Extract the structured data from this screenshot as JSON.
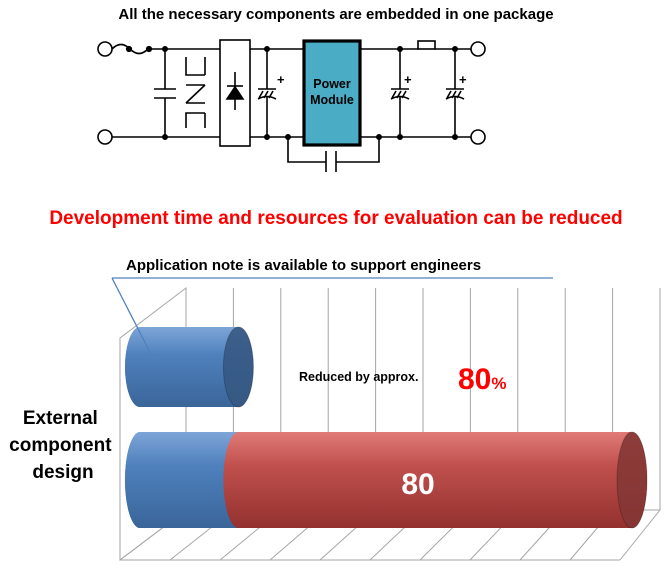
{
  "header": {
    "title": "All the necessary components are embedded in one package"
  },
  "circuit": {
    "module_label_line1": "Power",
    "module_label_line2": "Module",
    "module_color": "#4bacc6",
    "capacitor_polarity": "+"
  },
  "headline": {
    "text": "Development time and resources for evaluation can be reduced",
    "color": "#ff0000"
  },
  "callout": {
    "text": "Application note is available to support engineers"
  },
  "annotation": {
    "prefix": "Reduced by approx.",
    "value": "80",
    "unit": "%"
  },
  "chart_data": {
    "type": "bar",
    "orientation": "horizontal",
    "style": "3d-cylinder",
    "max": 100,
    "grid": true,
    "category_label": [
      "External",
      "component",
      "design"
    ],
    "bars": [
      {
        "segments": [
          {
            "value": 20,
            "color": "#4f81bd"
          }
        ]
      },
      {
        "segments": [
          {
            "value": 20,
            "color": "#4f81bd"
          },
          {
            "value": 80,
            "color": "#c0504d",
            "label": "80"
          }
        ]
      }
    ]
  }
}
